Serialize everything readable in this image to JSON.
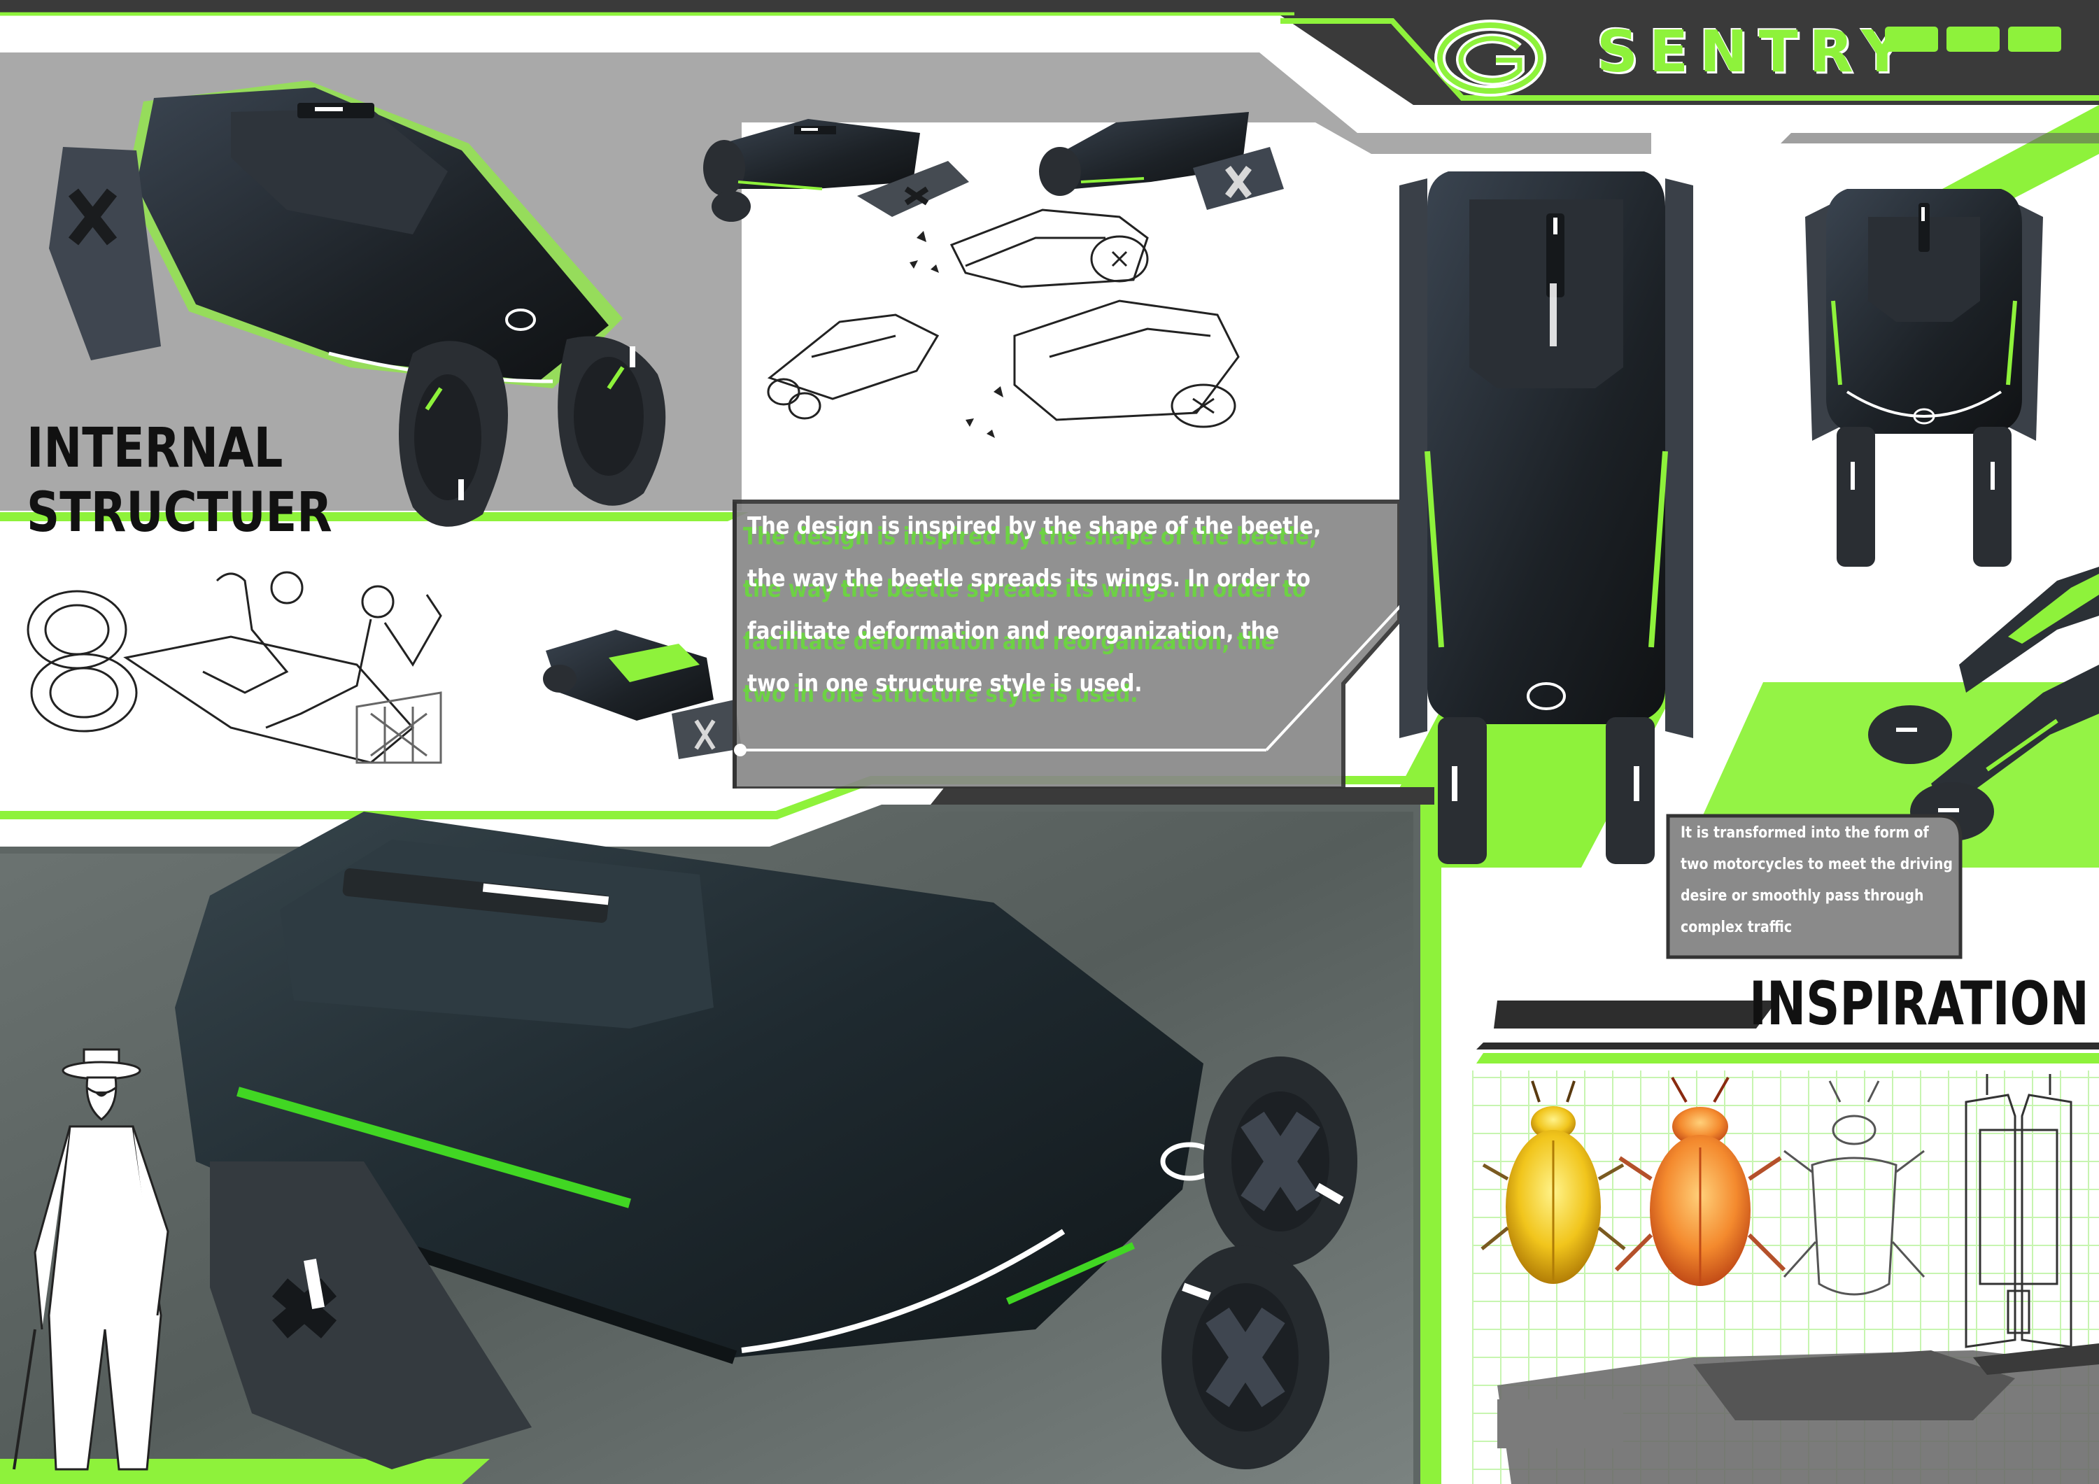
{
  "brand": {
    "name": "SENTRY",
    "logo_icon": "g-emblem-icon",
    "accent_color": "#8ef23b",
    "dark_color": "#3a3a3a"
  },
  "sections": {
    "internal_heading": [
      "INTERNAL",
      "STRUCTUER"
    ],
    "inspiration_heading": "INSPIRATION"
  },
  "description_lines": [
    "The design is inspired by the shape of the beetle,",
    "the way the beetle spreads its wings. In order to",
    "facilitate deformation and reorganization, the",
    "two in one structure style is used."
  ],
  "transform_note_lines": [
    "It is transformed into the form of",
    "two motorcycles to meet the driving",
    "desire or smoothly pass through",
    "complex traffic"
  ]
}
